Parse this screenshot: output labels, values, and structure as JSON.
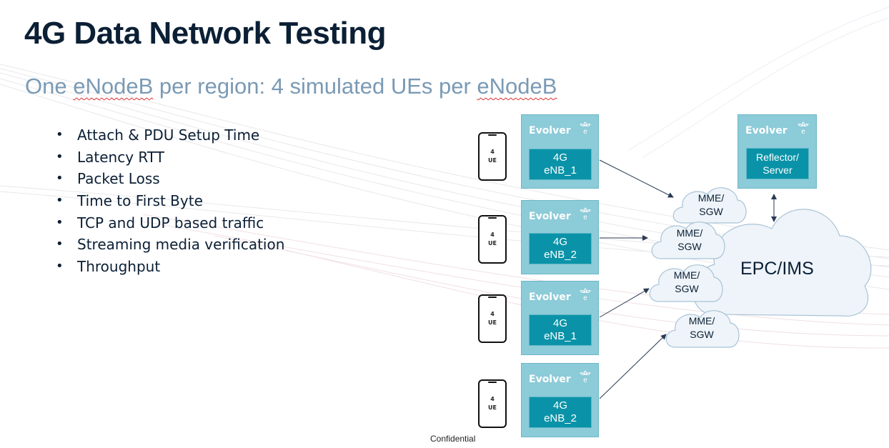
{
  "slide": {
    "title": "4G Data Network Testing",
    "subtitle_parts": [
      "One ",
      "eNodeB",
      " per region: 4 simulated UEs per ",
      "eNodeB"
    ],
    "bullets": [
      "Attach & PDU Setup Time",
      "Latency RTT",
      "Packet Loss",
      "Time to First Byte",
      "TCP and UDP based traffic",
      "Streaming media verification",
      "Throughput"
    ],
    "bullet_glyph": "•",
    "footer": "Confidential"
  },
  "diagram": {
    "ues": [
      {
        "count": "4",
        "label": "UE"
      },
      {
        "count": "4",
        "label": "UE"
      },
      {
        "count": "4",
        "label": "UE"
      },
      {
        "count": "4",
        "label": "UE"
      }
    ],
    "evolvers": [
      {
        "brand": "Evolver",
        "line1": "4G",
        "line2": "eNB_1"
      },
      {
        "brand": "Evolver",
        "line1": "4G",
        "line2": "eNB_2"
      },
      {
        "brand": "Evolver",
        "line1": "4G",
        "line2": "eNB_1"
      },
      {
        "brand": "Evolver",
        "line1": "4G",
        "line2": "eNB_2"
      }
    ],
    "reflector": {
      "brand": "Evolver",
      "line1": "Reflector/",
      "line2": "Server"
    },
    "gateways": [
      {
        "line1": "MME/",
        "line2": "SGW"
      },
      {
        "line1": "MME/",
        "line2": "SGW"
      },
      {
        "line1": "MME/",
        "line2": "SGW"
      },
      {
        "line1": "MME/",
        "line2": "SGW"
      }
    ],
    "core": "EPC/IMS",
    "logo_icon": "evolver-leaf-e-icon"
  },
  "colors": {
    "title": "#0b1f35",
    "subtitle": "#7a9ab5",
    "evolver_box": "#8ccbd8",
    "evolver_inner": "#0a93a8",
    "cloud_fill": "#eef4f9",
    "cloud_stroke": "#a9c3d6",
    "arrow": "#2a3a52"
  }
}
